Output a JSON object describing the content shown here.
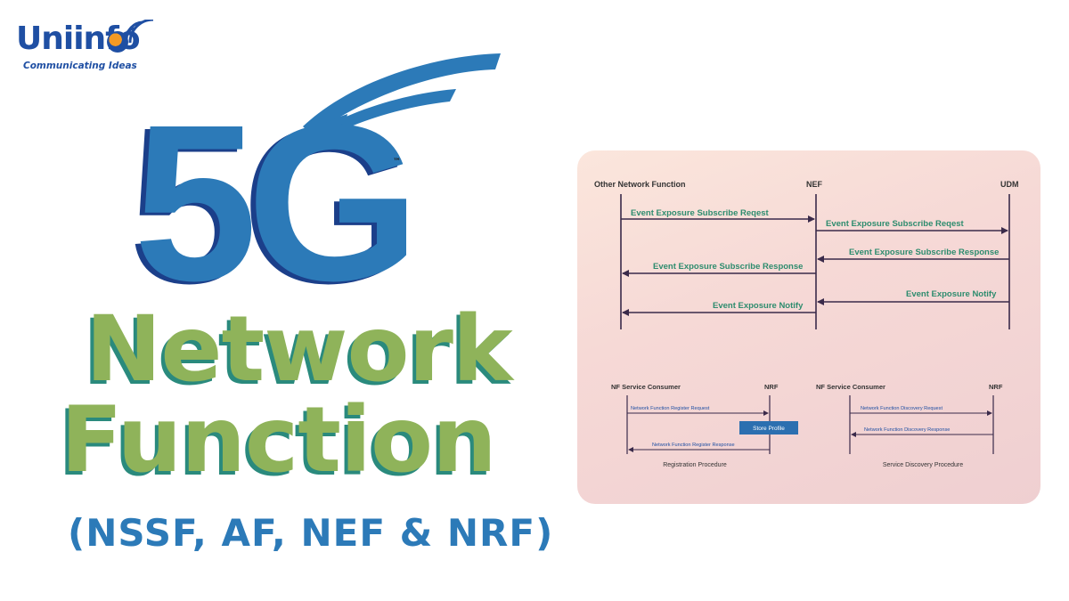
{
  "logo": {
    "text_uni": "Uni",
    "text_info": "info",
    "tagline": "Communicating Ideas"
  },
  "hero": {
    "big": "5G",
    "tm": "™",
    "line1": "Network",
    "line2": "Function",
    "subtitle": "(NSSF, AF, NEF & NRF)"
  },
  "colors": {
    "blue": "#2c7ab8",
    "dark_blue": "#1b3f8a",
    "green": "#8fb35a",
    "teal": "#2a8a7d",
    "msg_green": "#2e8c6e"
  },
  "diagram_top": {
    "actors": [
      "Other Network Function",
      "NEF",
      "UDM"
    ],
    "messages": [
      "Event Exposure Subscribe Reqest",
      "Event Exposure Subscribe Reqest",
      "Event Exposure Subscribe Response",
      "Event Exposure Subscribe Response",
      "Event Exposure Notify",
      "Event Exposure Notify"
    ]
  },
  "diagram_registration": {
    "consumer": "NF Service Consumer",
    "nrf": "NRF",
    "request": "Network Function Register Request",
    "store": "Store Profile",
    "response": "Network Function Register Response",
    "caption": "Registration Procedure"
  },
  "diagram_discovery": {
    "consumer": "NF Service Consumer",
    "nrf": "NRF",
    "request": "Network Function Discovery Request",
    "response": "Network Function Discovery Response",
    "caption": "Service Discovery Procedure"
  }
}
